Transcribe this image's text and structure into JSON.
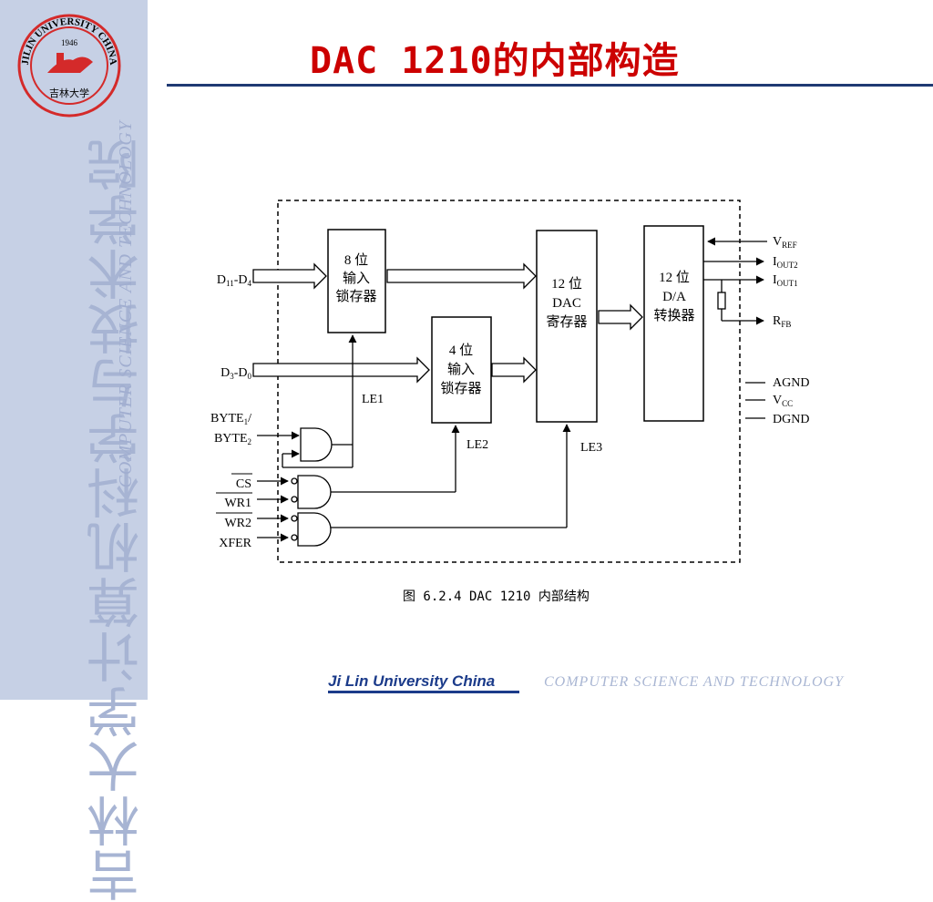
{
  "header": {
    "title": "DAC 1210的内部构造"
  },
  "sidebar": {
    "logo": {
      "outer_text": "JILIN UNIVERSITY CHINA",
      "year": "1946",
      "seal_text": "吉林大学",
      "color": "#d42a2a"
    },
    "vertical_cn": "吉林大学计算机科学与技术学院",
    "vertical_en": "COMPUTER SCIENCE AND TECHNOLOGY"
  },
  "diagram": {
    "block_8bit": [
      "8 位",
      "输入",
      "锁存器"
    ],
    "block_4bit": [
      "4 位",
      "输入",
      "锁存器"
    ],
    "block_dac_reg": [
      "12 位",
      "DAC",
      "寄存器"
    ],
    "block_converter": [
      "12 位",
      "D/A",
      "转换器"
    ],
    "inputs": {
      "d_high": {
        "base": "D",
        "sub1": "11",
        "mid": "-D",
        "sub2": "4"
      },
      "d_low": {
        "base": "D",
        "sub1": "3",
        "mid": "-D",
        "sub2": "0"
      },
      "byte1": {
        "base": "BYTE",
        "sub": "1",
        "tail": "/"
      },
      "byte2": {
        "base": "BYTE",
        "sub": "2"
      },
      "cs": "CS",
      "wr1": "WR1",
      "wr2": "WR2",
      "xfer": "XFER"
    },
    "latch_enables": {
      "le1": "LE1",
      "le2": "LE2",
      "le3": "LE3"
    },
    "pins": {
      "vref": {
        "base": "V",
        "sub": "REF"
      },
      "iout2": {
        "base": "I",
        "sub": "OUT2"
      },
      "iout1": {
        "base": "I",
        "sub": "OUT1"
      },
      "rfb": {
        "base": "R",
        "sub": "FB"
      },
      "agnd": "AGND",
      "vcc": {
        "base": "V",
        "sub": "CC"
      },
      "dgnd": "DGND"
    }
  },
  "caption": "图 6.2.4   DAC 1210 内部结构",
  "footer": {
    "university": "Ji Lin University China",
    "department": "COMPUTER  SCIENCE  AND  TECHNOLOGY"
  }
}
